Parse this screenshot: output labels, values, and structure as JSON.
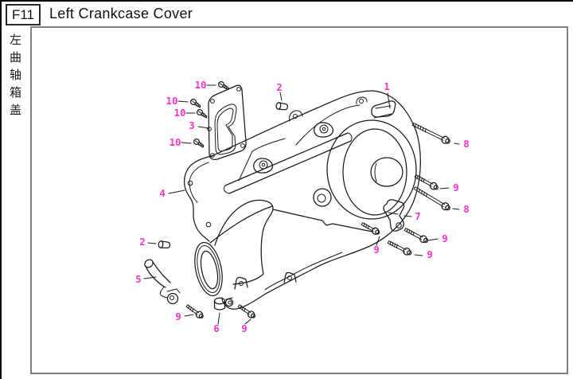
{
  "header": {
    "code": "F11",
    "title": "Left Crankcase Cover"
  },
  "sidebar": {
    "vertical_title_cn": "左曲轴箱盖"
  },
  "diagram": {
    "callout_labels": [
      "1",
      "2",
      "2",
      "3",
      "4",
      "5",
      "6",
      "7",
      "8",
      "8",
      "9",
      "9",
      "9",
      "9",
      "9",
      "9",
      "10",
      "10",
      "10",
      "10"
    ]
  },
  "colors": {
    "callout_text": "#ff33cc",
    "drawing_lines": "#1a1a1a",
    "frame_border": "#7f7f7f",
    "page_border": "#000000",
    "background": "#ffffff"
  }
}
